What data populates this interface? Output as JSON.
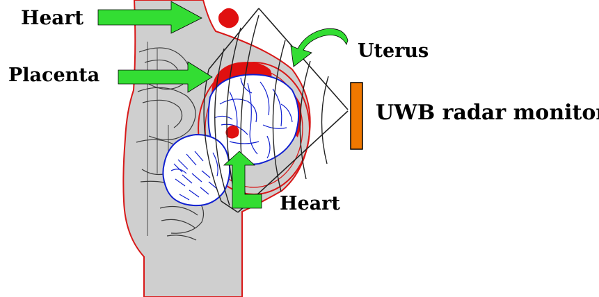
{
  "labels": {
    "heart_mother": "Heart",
    "placenta": "Placenta",
    "uterus": "Uterus",
    "uwb_monitor": "UWB radar monitor",
    "heart_fetus": "Heart"
  },
  "colors": {
    "body_fill": "#cfcfcf",
    "body_outline": "#d81818",
    "tissue_red": "#e01010",
    "fetus_blue": "#1020d0",
    "arrow_green": "#33dd33",
    "monitor_orange": "#f07800",
    "radar_lines": "#222222"
  },
  "icons": {
    "arrows": "green-arrow-icon",
    "monitor": "radar-monitor-icon"
  }
}
